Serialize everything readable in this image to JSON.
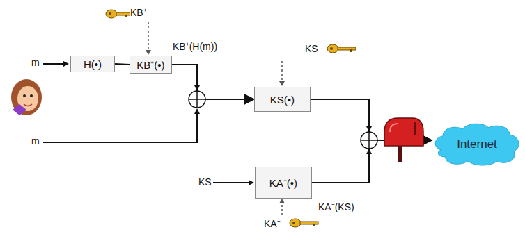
{
  "diagram": {
    "nodes": [
      {
        "text": [
          "H(•)"
        ]
      },
      {
        "text": [
          "KB⁺(•)"
        ]
      },
      {
        "text": [
          "KS(•)"
        ]
      },
      {
        "text": [
          "KA⁻(•)"
        ]
      },
      {
        "text": [
          "Internet"
        ]
      }
    ],
    "edges": [
      {
        "from": 0,
        "to": 1,
        "arrow": "none"
      },
      {
        "from": 1,
        "to": 2,
        "arrow": "to"
      },
      {
        "from": 2,
        "to": 4,
        "arrow": "to"
      },
      {
        "from": 3,
        "to": 4,
        "arrow": "to"
      }
    ],
    "labels": [
      "KB⁺",
      "KB⁺(H(m))",
      "m",
      "m",
      "KS",
      "KS",
      "KA⁻(KS)",
      "KA⁻"
    ]
  }
}
